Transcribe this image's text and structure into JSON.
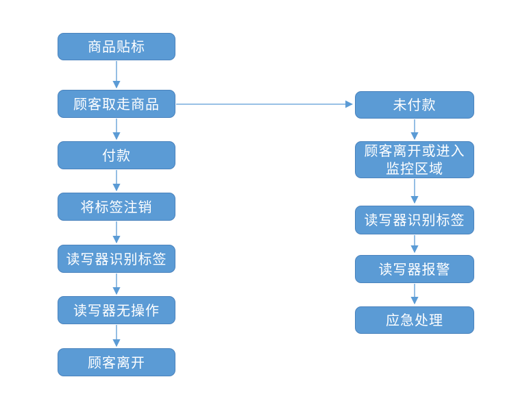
{
  "theme": {
    "bg": "#ffffff",
    "node-fill": "#5b9bd5",
    "node-border": "#4a82bc",
    "node-text": "#ffffff",
    "arrow-color": "#5b9bd5"
  },
  "diagram": {
    "type": "flowchart",
    "left_flow": [
      {
        "id": "product-labeling",
        "label": "商品贴标"
      },
      {
        "id": "customer-takes-product",
        "label": "顾客取走商品"
      },
      {
        "id": "payment",
        "label": "付款"
      },
      {
        "id": "deactivate-tag",
        "label": "将标签注销"
      },
      {
        "id": "reader-identifies-tag",
        "label": "读写器识别标签"
      },
      {
        "id": "reader-no-action",
        "label": "读写器无操作"
      },
      {
        "id": "customer-leaves",
        "label": "顾客离开"
      }
    ],
    "right_flow": [
      {
        "id": "unpaid",
        "label": "未付款"
      },
      {
        "id": "customer-leaves-or-enters-zone",
        "label": "顾客离开或进入\n监控区域"
      },
      {
        "id": "reader-identifies-tag-2",
        "label": "读写器识别标签"
      },
      {
        "id": "reader-alarm",
        "label": "读写器报警"
      },
      {
        "id": "emergency-handling",
        "label": "应急处理"
      }
    ],
    "edges": [
      {
        "from": "product-labeling",
        "to": "customer-takes-product"
      },
      {
        "from": "customer-takes-product",
        "to": "payment"
      },
      {
        "from": "payment",
        "to": "deactivate-tag"
      },
      {
        "from": "deactivate-tag",
        "to": "reader-identifies-tag"
      },
      {
        "from": "reader-identifies-tag",
        "to": "reader-no-action"
      },
      {
        "from": "reader-no-action",
        "to": "customer-leaves"
      },
      {
        "from": "customer-takes-product",
        "to": "unpaid"
      },
      {
        "from": "unpaid",
        "to": "customer-leaves-or-enters-zone"
      },
      {
        "from": "customer-leaves-or-enters-zone",
        "to": "reader-identifies-tag-2"
      },
      {
        "from": "reader-identifies-tag-2",
        "to": "reader-alarm"
      },
      {
        "from": "reader-alarm",
        "to": "emergency-handling"
      }
    ]
  }
}
